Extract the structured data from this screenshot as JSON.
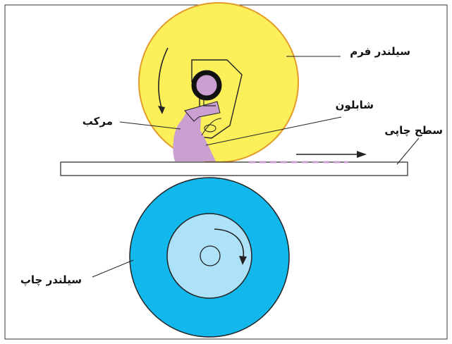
{
  "labels": {
    "form_cylinder": "سیلندر فرم",
    "stencil": "شابلون",
    "printing_surface": "سطح چاپی",
    "ink": "مرکب",
    "print_cylinder": "سیلندر چاپ"
  },
  "colors": {
    "form_cylinder_fill": "#FBEF5A",
    "form_cylinder_stroke": "#E39B2A",
    "ink": "#C9A0CF",
    "print_cylinder_outer": "#12B8EC",
    "print_cylinder_inner": "#AEE2F8",
    "line": "#222222"
  }
}
